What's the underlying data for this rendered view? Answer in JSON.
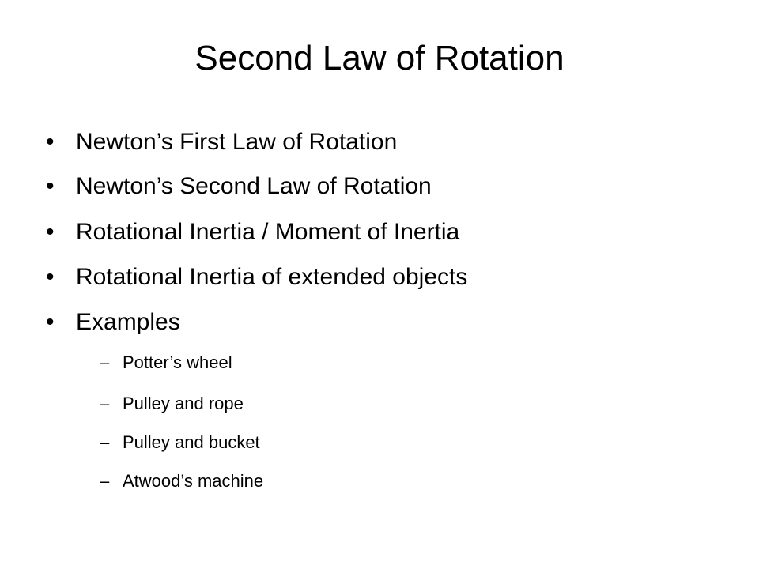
{
  "slide": {
    "title": "Second Law of Rotation",
    "bullets": [
      {
        "marker": "•",
        "text": "Newton’s First Law of Rotation"
      },
      {
        "marker": "•",
        "text": "Newton’s Second Law of Rotation"
      },
      {
        "marker": "•",
        "text": "Rotational Inertia / Moment of Inertia"
      },
      {
        "marker": "•",
        "text": "Rotational Inertia of extended objects"
      },
      {
        "marker": "•",
        "text": "Examples",
        "subitems": [
          {
            "marker": "–",
            "text": "Potter’s wheel"
          },
          {
            "marker": "–",
            "text": "Pulley and rope"
          },
          {
            "marker": "–",
            "text": "Pulley and bucket"
          },
          {
            "marker": "–",
            "text": "Atwood’s machine"
          }
        ]
      }
    ]
  },
  "colors": {
    "background": "#ffffff",
    "text": "#000000"
  }
}
